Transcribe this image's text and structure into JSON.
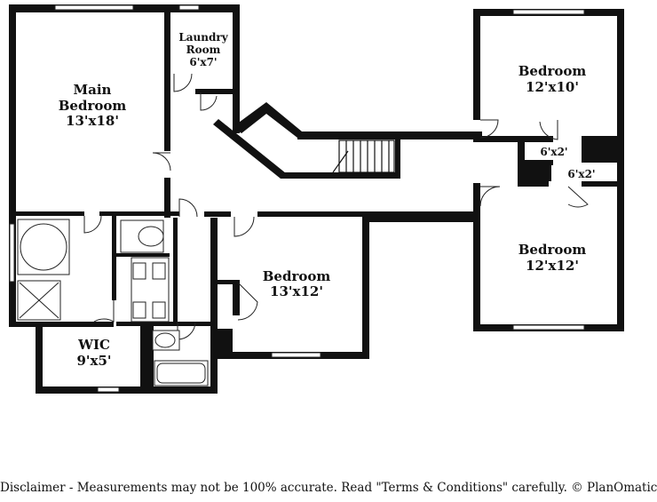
{
  "rooms": {
    "main_bedroom": {
      "name_line1": "Main",
      "name_line2": "Bedroom",
      "size": "13'x18'"
    },
    "laundry": {
      "name_line1": "Laundry",
      "name_line2": "Room",
      "size": "6'x7'"
    },
    "bedroom_ne": {
      "name": "Bedroom",
      "size": "12'x10'"
    },
    "bedroom_se": {
      "name": "Bedroom",
      "size": "12'x12'"
    },
    "bedroom_center": {
      "name": "Bedroom",
      "size": "13'x12'"
    },
    "wic": {
      "name": "WIC",
      "size": "9'x5'"
    },
    "closet_a": {
      "size": "6'x2'"
    },
    "closet_b": {
      "size": "6'x2'"
    }
  },
  "disclaimer": "Disclaimer - Measurements may not be 100% accurate. Read \"Terms & Conditions\" carefully. © PlanOmatic"
}
